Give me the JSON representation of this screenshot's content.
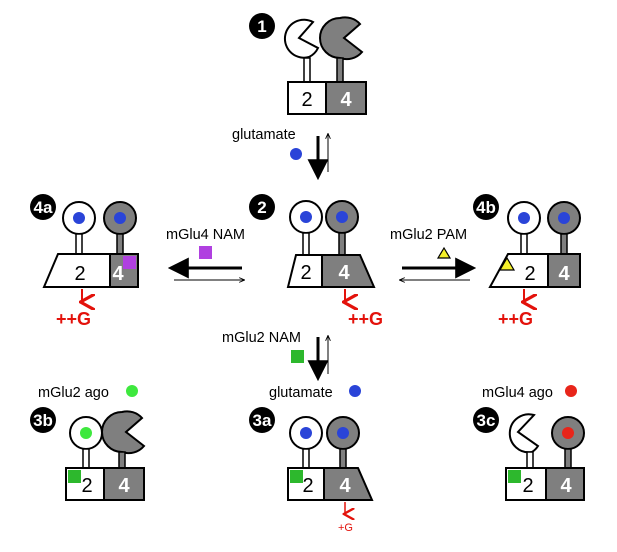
{
  "states": {
    "s1": {
      "badge": "1",
      "sub_a": "2",
      "sub_b": "4"
    },
    "s2": {
      "badge": "2",
      "sub_a": "2",
      "sub_b": "4",
      "signal": "++G"
    },
    "s3a": {
      "badge": "3a",
      "sub_a": "2",
      "sub_b": "4",
      "signal": "+G"
    },
    "s3b": {
      "badge": "3b",
      "sub_a": "2",
      "sub_b": "4",
      "ligand": "mGlu2 ago"
    },
    "s3c": {
      "badge": "3c",
      "sub_a": "2",
      "sub_b": "4",
      "ligand": "mGlu4 ago"
    },
    "s4a": {
      "badge": "4a",
      "sub_a": "2",
      "sub_b": "4",
      "signal": "++G"
    },
    "s4b": {
      "badge": "4b",
      "sub_a": "2",
      "sub_b": "4",
      "signal": "++G"
    }
  },
  "arrows": {
    "top_label": "glutamate",
    "left_label": "mGlu4 NAM",
    "right_label": "mGlu2 PAM",
    "bottom_label": "mGlu2 NAM",
    "bottom_label_2": "glutamate"
  },
  "colors": {
    "glutamate": "#2a44d8",
    "mglu4_nam": "#b040e0",
    "mglu2_pam": "#f5f02a",
    "mglu2_nam": "#2db82d",
    "mglu2_ago": "#3ee83e",
    "mglu4_ago": "#e8251a",
    "subunit_dark": "#7f7f7f",
    "signal": "#e3120b"
  }
}
